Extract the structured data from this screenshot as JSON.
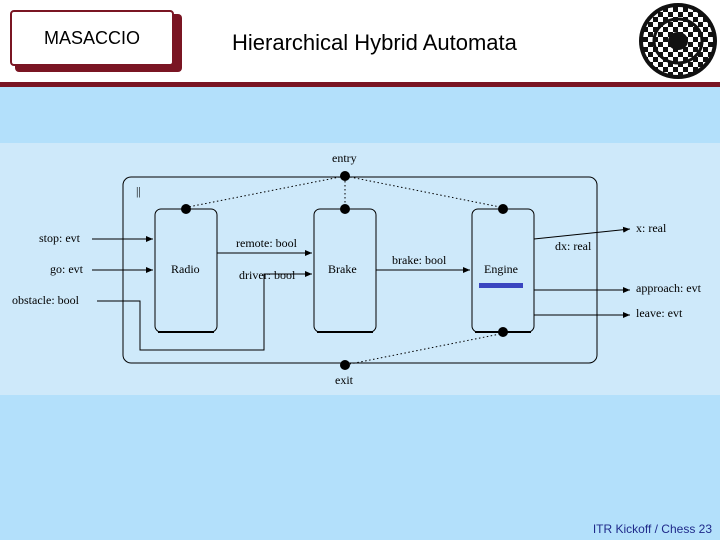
{
  "header": {
    "logo_text": "MASACCIO",
    "title": "Hierarchical Hybrid Automata"
  },
  "diagram": {
    "entry": "entry",
    "exit": "exit",
    "parallel_marker": "||",
    "inputs": {
      "stop": "stop: evt",
      "go": "go: evt",
      "obstacle": "obstacle: bool"
    },
    "states": {
      "radio": "Radio",
      "brake": "Brake",
      "engine": "Engine"
    },
    "signals": {
      "remote": "remote: bool",
      "driver": "driver: bool",
      "brake": "brake: bool",
      "dx": "dx: real"
    },
    "outputs": {
      "x": "x: real",
      "approach": "approach: evt",
      "leave": "leave: evt"
    },
    "colors": {
      "engine_bar": "#3a45c0",
      "accent": "#7a1523"
    }
  },
  "footer": {
    "text": "ITR Kickoff / Chess 23"
  }
}
